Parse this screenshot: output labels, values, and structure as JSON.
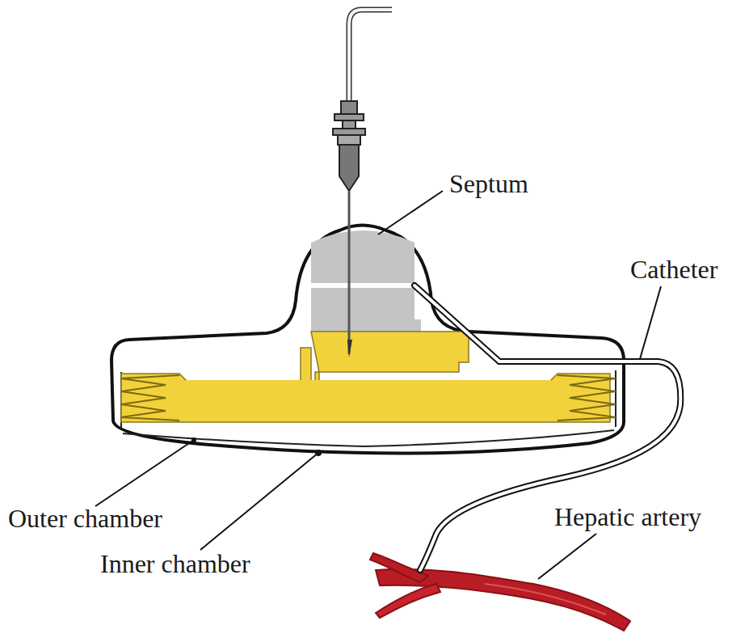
{
  "diagram": {
    "labels": [
      "Septum",
      "Catheter",
      "Outer chamber",
      "Inner chamber",
      "Hepatic artery"
    ]
  }
}
